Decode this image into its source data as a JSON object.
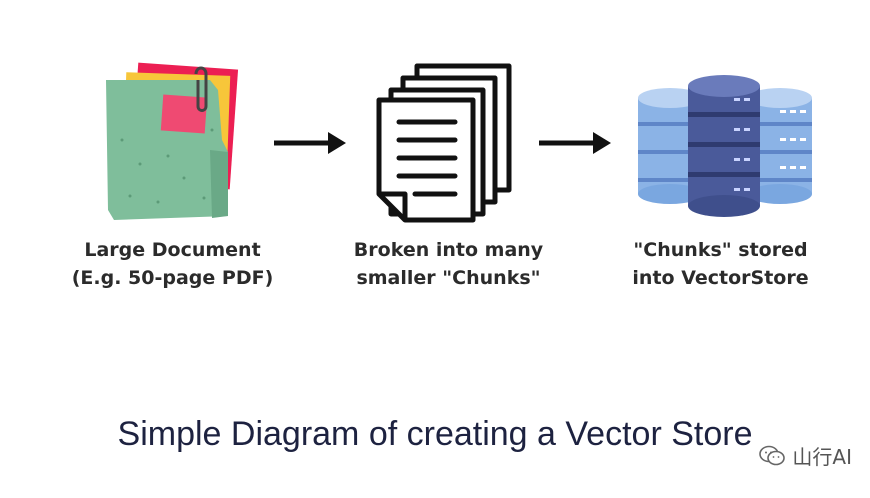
{
  "steps": [
    {
      "line1": "Large Document",
      "line2": "(E.g. 50-page PDF)"
    },
    {
      "line1": "Broken into many",
      "line2": "smaller \"Chunks\""
    },
    {
      "line1": "\"Chunks\" stored",
      "line2": "into VectorStore"
    }
  ],
  "caption": "Simple Diagram of creating a Vector Store",
  "watermark": "山行AI",
  "icons": {
    "step1": "document-folder-icon",
    "step2": "stacked-pages-icon",
    "step3": "database-stack-icon",
    "arrow": "right-arrow-icon",
    "watermark": "wechat-icon"
  },
  "colors": {
    "folder": "#7fbe9b",
    "red_sheet": "#ec1f53",
    "yellow_sheet": "#f7c63a",
    "sticky_note": "#ef4a72",
    "db_light": "#7aa7e0",
    "db_dark": "#3f4f8c"
  }
}
